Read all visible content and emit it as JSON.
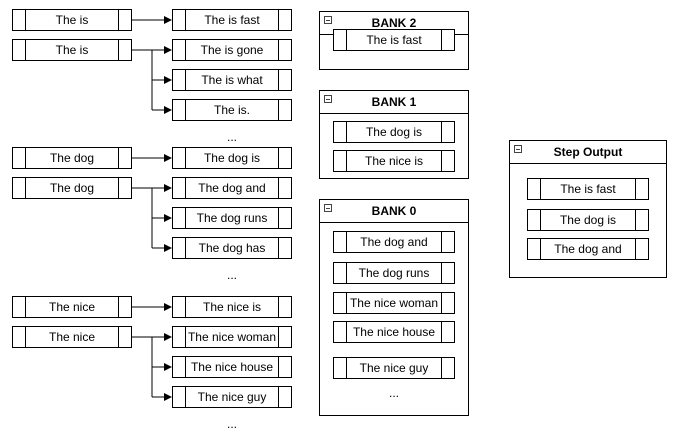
{
  "chains": [
    {
      "source": "The is",
      "outputs": [
        "The is fast"
      ],
      "ellipsis": ""
    },
    {
      "source": "The is",
      "outputs": [
        "The is gone",
        "The is what",
        "The is."
      ],
      "ellipsis": "..."
    },
    {
      "source": "The dog",
      "outputs": [
        "The dog is"
      ],
      "ellipsis": ""
    },
    {
      "source": "The dog",
      "outputs": [
        "The dog and",
        "The dog runs",
        "The dog has"
      ],
      "ellipsis": "..."
    },
    {
      "source": "The nice",
      "outputs": [
        "The nice is"
      ],
      "ellipsis": ""
    },
    {
      "source": "The nice",
      "outputs": [
        "The nice woman",
        "The nice house",
        "The nice guy"
      ],
      "ellipsis": "..."
    }
  ],
  "banks": [
    {
      "title": "BANK 2",
      "items": [
        "The is fast"
      ],
      "ellipsis": ""
    },
    {
      "title": "BANK 1",
      "items": [
        "The dog is",
        "The nice is"
      ],
      "ellipsis": ""
    },
    {
      "title": "BANK 0",
      "items": [
        "The dog and",
        "The dog runs",
        "The nice woman",
        "The nice house",
        "The nice guy"
      ],
      "ellipsis": "..."
    }
  ],
  "step_output": {
    "title": "Step Output",
    "items": [
      "The is fast",
      "The dog is",
      "The dog and"
    ]
  }
}
